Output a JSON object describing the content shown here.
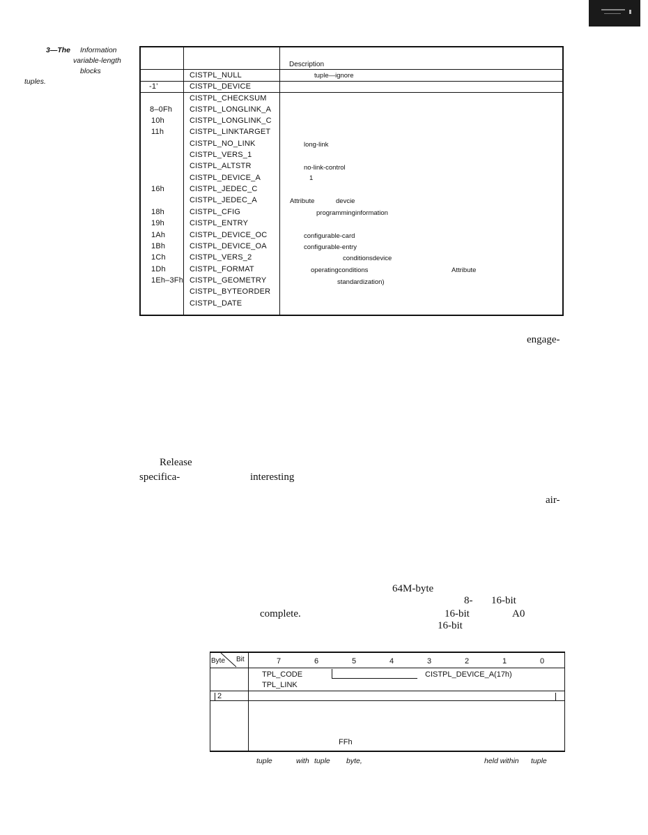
{
  "caption": {
    "lines": [
      "3—The",
      "Information",
      "variable-length",
      "blocks",
      "tuples."
    ]
  },
  "table1": {
    "header_description": "Description",
    "codes": [
      "-1’",
      "8–0Fh",
      "10h",
      "11h",
      "16h",
      "18h",
      "19h",
      "1Ah",
      "1Bh",
      "1Ch",
      "1Dh",
      "1Eh–3Fh"
    ],
    "names": [
      "CISTPL_NULL",
      "CISTPL_DEVICE",
      "CISTPL_CHECKSUM",
      "CISTPL_LONGLINK_A",
      "CISTPL_LONGLINK_C",
      "CISTPL_LINKTARGET",
      "CISTPL_NO_LINK",
      "CISTPL_VERS_1",
      "CISTPL_ALTSTR",
      "CISTPL_DEVICE_A",
      "CISTPL_JEDEC_C",
      "CISTPL_JEDEC_A",
      "CISTPL_CFIG",
      "CISTPL_ENTRY",
      "CISTPL_DEVICE_OC",
      "CISTPL_DEVICE_OA",
      "CISTPL_VERS_2",
      "CISTPL_FORMAT",
      "CISTPL_GEOMETRY",
      "CISTPL_BYTEORDER",
      "CISTPL_DATE"
    ],
    "descriptions": [
      "tuple—ignore",
      "long-link",
      "no-link-control",
      "1",
      "Attribute",
      "devcie",
      "programminginformation",
      "configurable-card",
      "configurable-entry",
      "conditionsdevice",
      "operatingconditions",
      "Attribute",
      "standardization)"
    ]
  },
  "body_fragments": [
    "engage-",
    "Release",
    "specifica-",
    "interesting",
    "air-",
    "64M-byte",
    "8-",
    "16-bit",
    "complete.",
    "16-bit",
    "A0",
    "16-bit"
  ],
  "table2": {
    "corner_byte": "Byte",
    "corner_bit": "Bit",
    "bits": [
      "7",
      "6",
      "5",
      "4",
      "3",
      "2",
      "1",
      "0"
    ],
    "tpl_code": "TPL_CODE",
    "tpl_link": "TPL_LINK",
    "code_value": "CISTPL_DEVICE_A(17h)",
    "row_label": "2",
    "ffh": "FFh"
  },
  "fig_caption": [
    "tuple",
    "with",
    "tuple",
    "byte,",
    "held within",
    "tuple"
  ]
}
